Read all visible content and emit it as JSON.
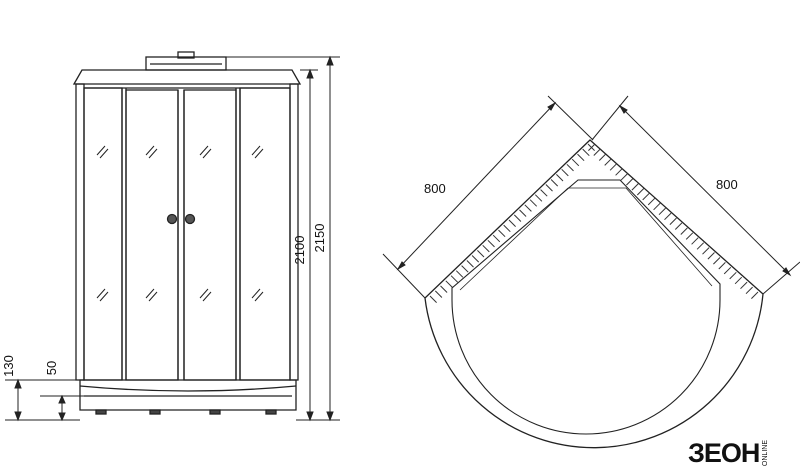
{
  "front_view": {
    "height_total": "2150",
    "height_cabin": "2100",
    "height_tray": "130",
    "height_tray_base": "50"
  },
  "top_view": {
    "width_left": "800",
    "width_right": "800"
  },
  "logo": {
    "main": "ЗЕОН",
    "sub": "ONLINE"
  },
  "colors": {
    "line": "#222222",
    "hatch": "#333333",
    "background": "#ffffff"
  }
}
